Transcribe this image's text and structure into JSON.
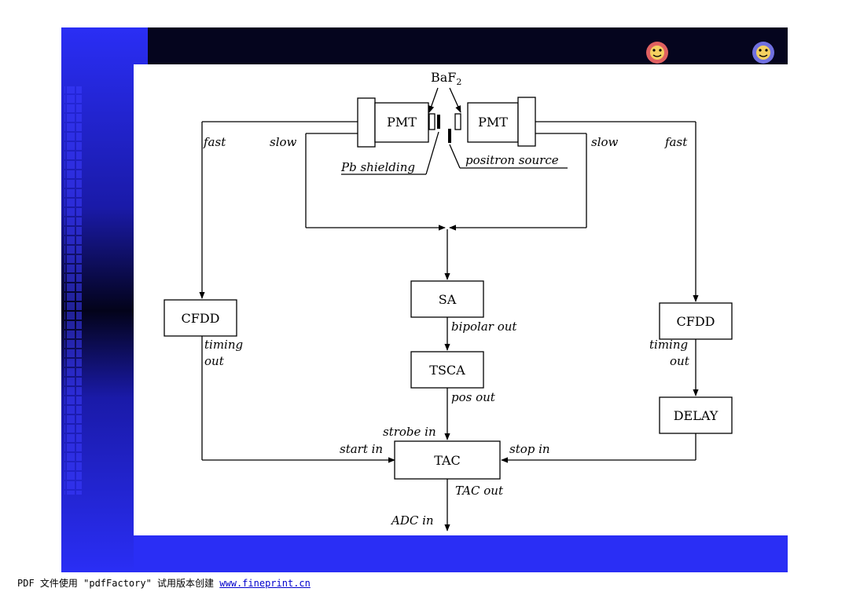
{
  "diagram": {
    "crystal_label": "BaF",
    "crystal_subscript": "2",
    "pmt_left": "PMT",
    "pmt_right": "PMT",
    "fast_left": "fast",
    "slow_left": "slow",
    "slow_right": "slow",
    "fast_right": "fast",
    "pb_shielding": "Pb shielding",
    "positron_source": "positron source",
    "sa": "SA",
    "bipolar_out": "bipolar out",
    "tsca": "TSCA",
    "pos_out": "pos out",
    "cfdd_left": "CFDD",
    "cfdd_right": "CFDD",
    "timing_left": "timing",
    "out_left": "out",
    "timing_right": "timing",
    "out_right": "out",
    "delay": "DELAY",
    "strobe_in": "strobe in",
    "start_in": "start in",
    "stop_in": "stop in",
    "tac": "TAC",
    "tac_out": "TAC out",
    "adc_in": "ADC in"
  },
  "footer": {
    "prefix": "PDF 文件使用 \"pdfFactory\" 试用版本创建 ",
    "link": "www.fineprint.cn"
  },
  "theme": {
    "blue": "#2a2ef5",
    "dark": "#05051e",
    "red_icon": "#e06060",
    "blue_icon": "#7070e0"
  }
}
